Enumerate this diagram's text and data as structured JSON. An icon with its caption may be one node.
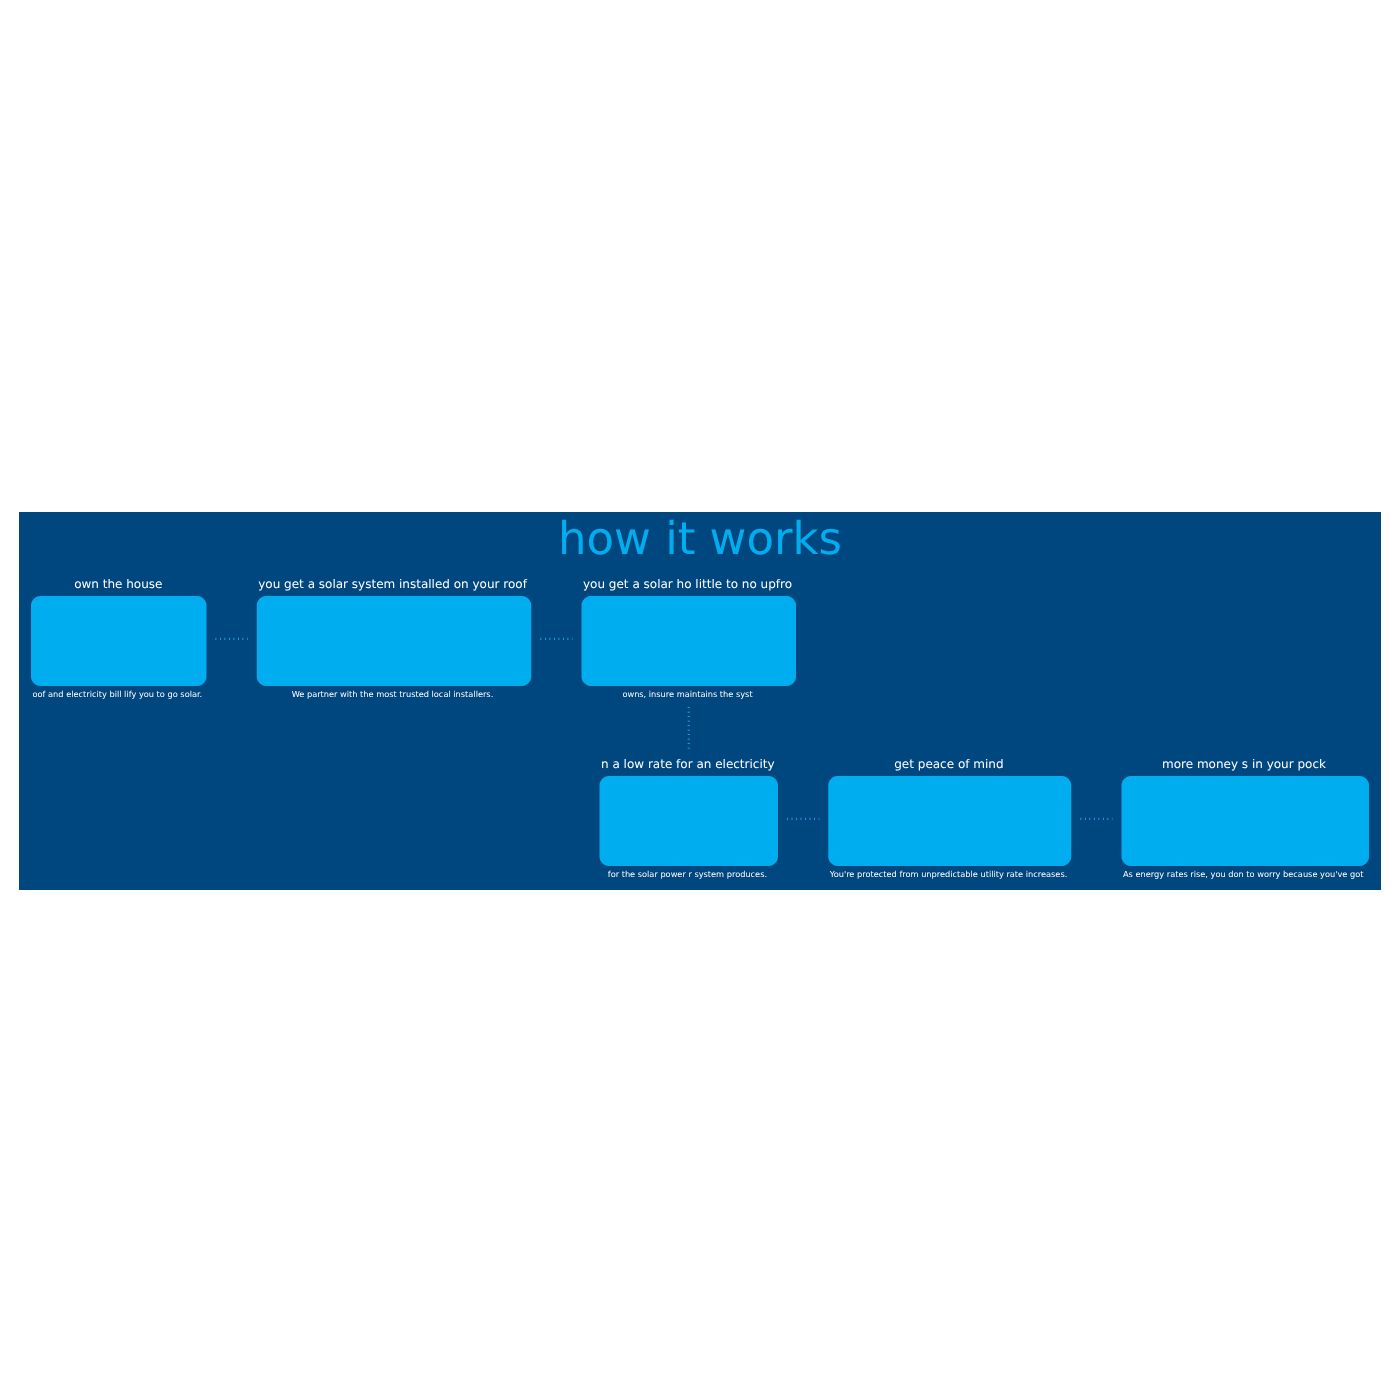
{
  "diagram": {
    "title": "how it works",
    "nodes": [
      {
        "text": [
          "own the house",
          "oof and electricity bill lify you to go solar."
        ]
      },
      {
        "text": [
          "you get a solar system installed on your roof",
          "We partner with the most trusted local installers."
        ]
      },
      {
        "text": [
          "you get a solar ho little to no upfro",
          "owns, insure maintains the syst"
        ]
      },
      {
        "text": [
          "n a low rate for an electricity",
          "for the solar power r system produces."
        ]
      },
      {
        "text": [
          "get peace of mind",
          "You're protected from unpredictable utility rate increases."
        ]
      },
      {
        "text": [
          "more money s in your pock",
          "As energy rates rise, you don to worry because you've got"
        ]
      }
    ],
    "edges": [
      {
        "from": 0,
        "to": 1,
        "arrow": "none"
      },
      {
        "from": 1,
        "to": 2,
        "arrow": "none"
      },
      {
        "from": 2,
        "to": 3,
        "arrow": "none"
      },
      {
        "from": 3,
        "to": 4,
        "arrow": "none"
      },
      {
        "from": 4,
        "to": 5,
        "arrow": "none"
      }
    ]
  }
}
